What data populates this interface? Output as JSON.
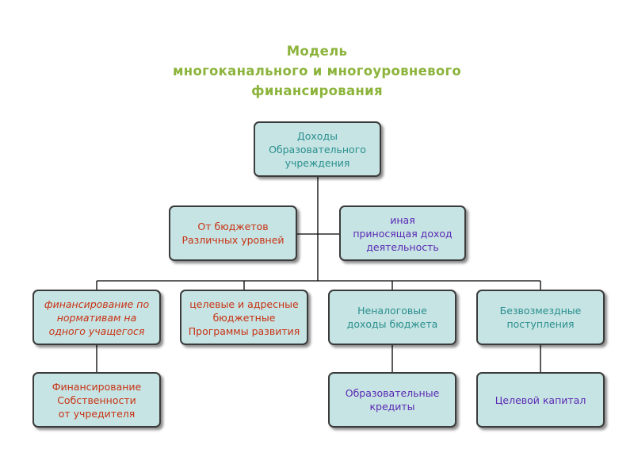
{
  "title": {
    "line1": "Модель",
    "line2": "многоканального и многоуровневого",
    "line3": "финансирования"
  },
  "colors": {
    "title": "#8cb43c",
    "box_fill": "#c6e4e3",
    "teal_text": "#2a8f8f",
    "red_text": "#c83214",
    "purple_text": "#5a28b4"
  },
  "nodes": {
    "root": [
      "Доходы",
      "Образовательного",
      "учреждения"
    ],
    "budgets": [
      "От бюджетов",
      "Различных уровней"
    ],
    "other_income": [
      "иная",
      "приносящая доход",
      "деятельность"
    ],
    "normative": [
      "финансирование по",
      "нормативам на",
      "одного учащегося"
    ],
    "targeted": [
      "целевые и адресные",
      "бюджетные",
      "Программы развития"
    ],
    "non_tax": [
      "Неналоговые",
      "доходы бюджета"
    ],
    "gratuitous": [
      "Безвозмездные",
      "поступления"
    ],
    "founder": [
      "Финансирование",
      "Собственности",
      "от учредителя"
    ],
    "credits": [
      "Образовательные",
      "кредиты"
    ],
    "endowment": [
      "Целевой капитал"
    ]
  }
}
